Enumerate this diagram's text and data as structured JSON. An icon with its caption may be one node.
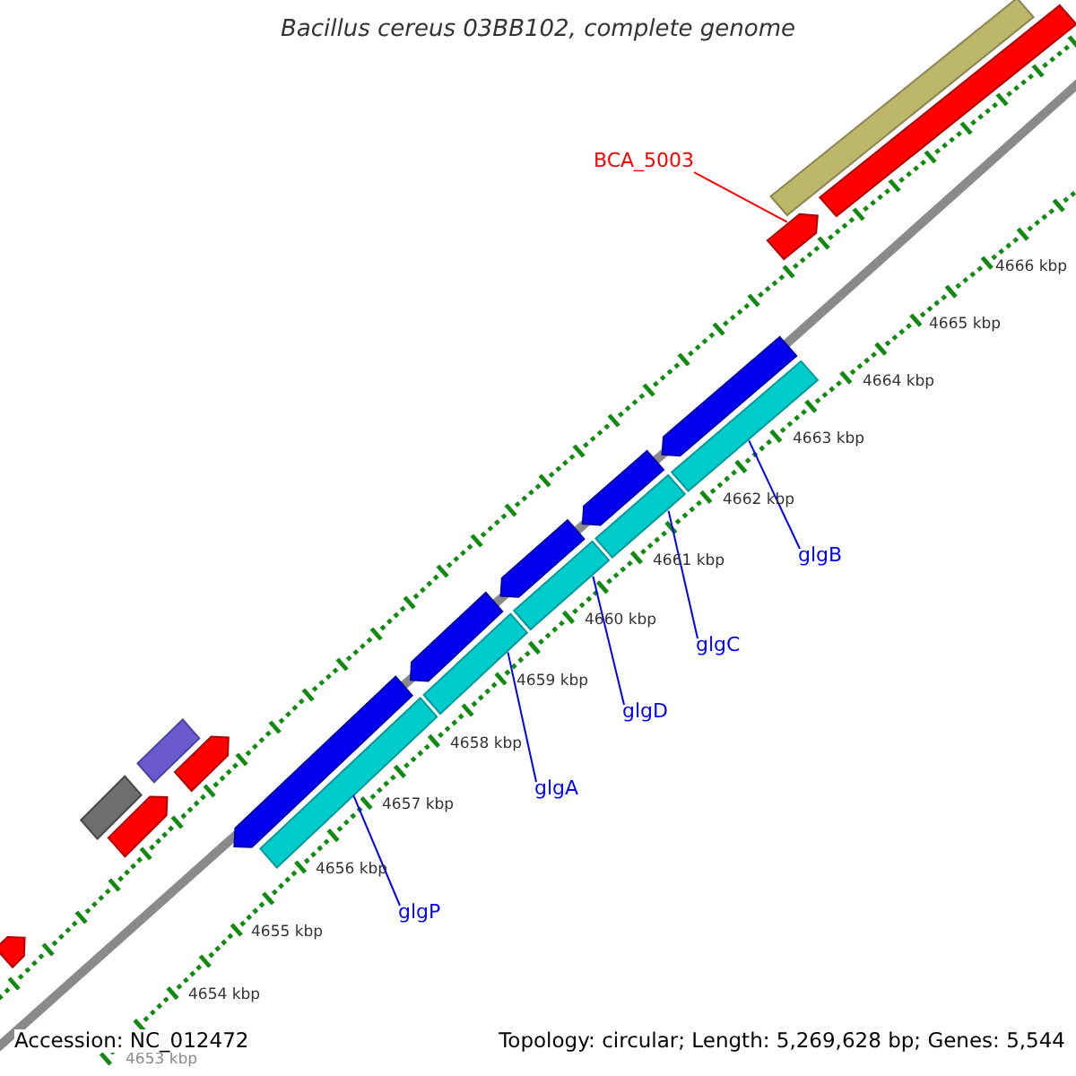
{
  "diagram": {
    "title": "Bacillus cereus 03BB102, complete genome",
    "nodes": [
      {
        "text": [
          "BCA_5003"
        ]
      },
      {
        "text": [
          "glgB"
        ]
      },
      {
        "text": [
          "glgC"
        ]
      },
      {
        "text": [
          "glgD"
        ]
      },
      {
        "text": [
          "glgA"
        ]
      },
      {
        "text": [
          "glgP"
        ]
      },
      {
        "text": [],
        "shape": "bar"
      },
      {
        "text": [],
        "shape": "bar"
      },
      {
        "text": [],
        "shape": "bar"
      },
      {
        "text": [],
        "shape": "bar"
      },
      {
        "text": [],
        "shape": "bar"
      },
      {
        "text": [],
        "shape": "bar"
      },
      {
        "text": [],
        "shape": "bar"
      },
      {
        "text": [],
        "shape": "bar"
      },
      {
        "text": [],
        "shape": "bar"
      },
      {
        "text": [],
        "shape": "bar"
      },
      {
        "text": [],
        "shape": "bar"
      },
      {
        "text": [],
        "shape": "bar"
      },
      {
        "text": [],
        "shape": "bar"
      },
      {
        "text": [],
        "shape": "bar"
      },
      {
        "text": [],
        "shape": "bar"
      },
      {
        "text": [],
        "shape": "bar"
      },
      {
        "text": [],
        "shape": "bar"
      },
      {
        "text": [],
        "shape": "bar"
      }
    ],
    "edges": [
      {
        "from": 0,
        "to": 6,
        "arrow": "none",
        "color": "#ff0000"
      },
      {
        "from": 1,
        "to": 7,
        "arrow": "none"
      },
      {
        "from": 2,
        "to": 8,
        "arrow": "none"
      },
      {
        "from": 3,
        "to": 9,
        "arrow": "none"
      },
      {
        "from": 4,
        "to": 10,
        "arrow": "none"
      },
      {
        "from": 5,
        "to": 11,
        "arrow": "none"
      }
    ],
    "labels": [
      "4666 kbp",
      "4665 kbp",
      "4664 kbp",
      "4663 kbp",
      "4662 kbp",
      "4661 kbp",
      "4660 kbp",
      "4659 kbp",
      "4658 kbp",
      "4657 kbp",
      "4656 kbp",
      "4655 kbp",
      "4654 kbp",
      "4653 kbp",
      "Accession: NC_012472",
      "Topology: circular; Length: 5,269,628 bp; Genes: 5,544"
    ]
  }
}
